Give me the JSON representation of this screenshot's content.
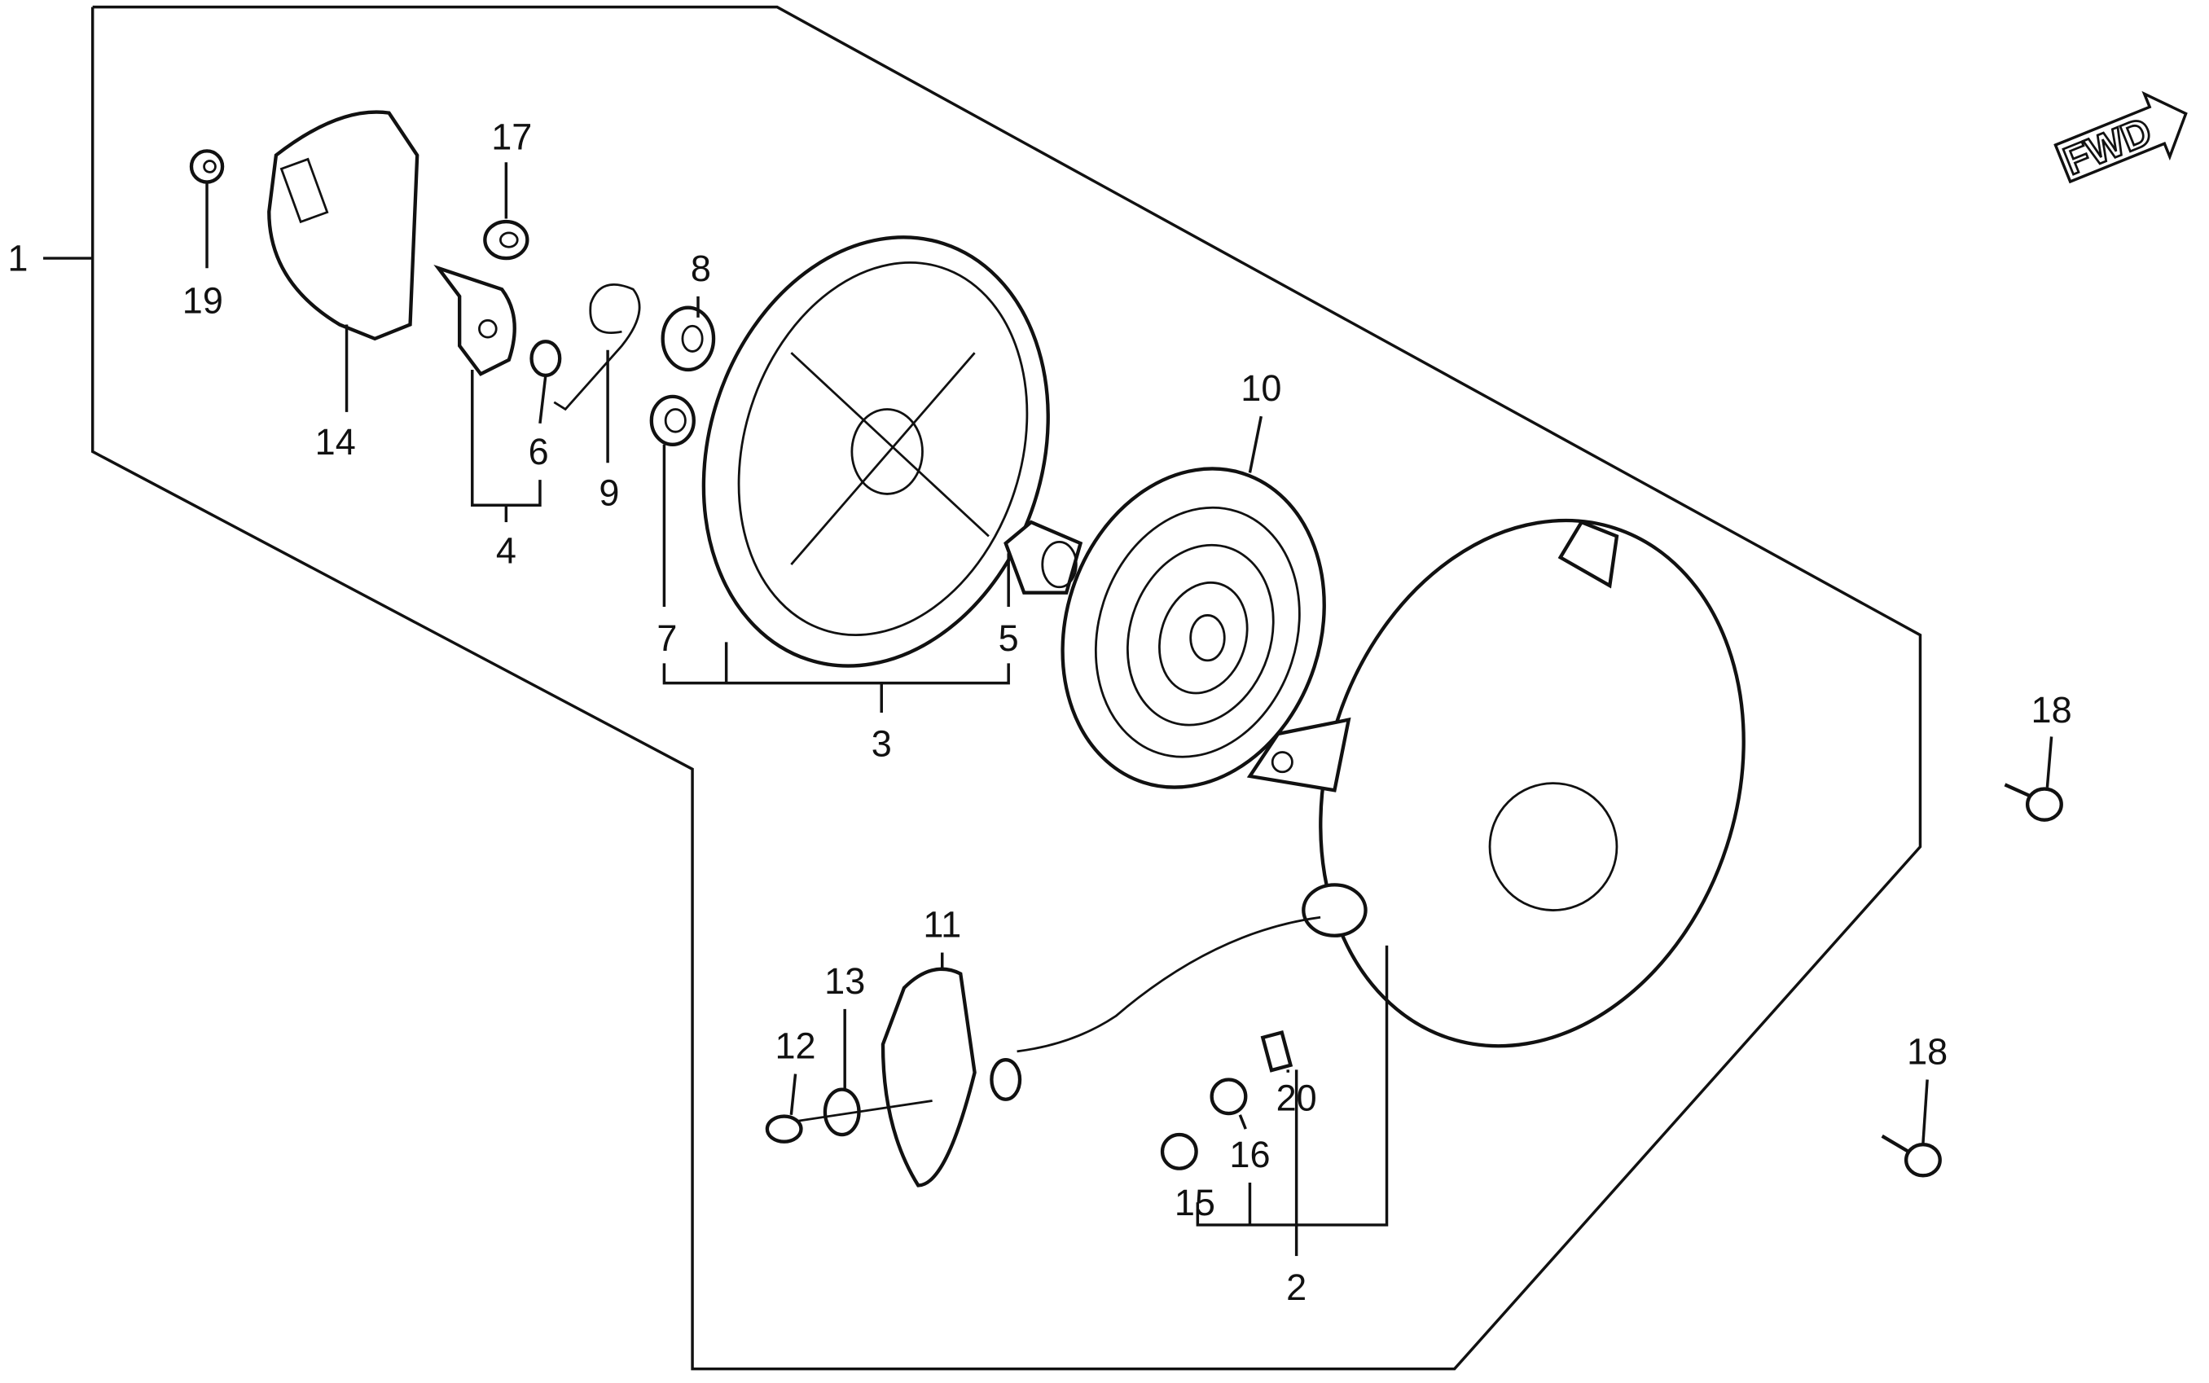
{
  "diagram": {
    "direction_label": "FWD",
    "callouts": [
      {
        "id": "1",
        "label": "1"
      },
      {
        "id": "2",
        "label": "2"
      },
      {
        "id": "3",
        "label": "3"
      },
      {
        "id": "4",
        "label": "4"
      },
      {
        "id": "5",
        "label": "5"
      },
      {
        "id": "6",
        "label": "6"
      },
      {
        "id": "7",
        "label": "7"
      },
      {
        "id": "8",
        "label": "8"
      },
      {
        "id": "9",
        "label": "9"
      },
      {
        "id": "10",
        "label": "10"
      },
      {
        "id": "11",
        "label": "11"
      },
      {
        "id": "12",
        "label": "12"
      },
      {
        "id": "13",
        "label": "13"
      },
      {
        "id": "14",
        "label": "14"
      },
      {
        "id": "15",
        "label": "15"
      },
      {
        "id": "16",
        "label": "16"
      },
      {
        "id": "17",
        "label": "17"
      },
      {
        "id": "18a",
        "label": "18"
      },
      {
        "id": "18b",
        "label": "18"
      },
      {
        "id": "19",
        "label": "19"
      },
      {
        "id": "20",
        "label": "20"
      }
    ]
  }
}
